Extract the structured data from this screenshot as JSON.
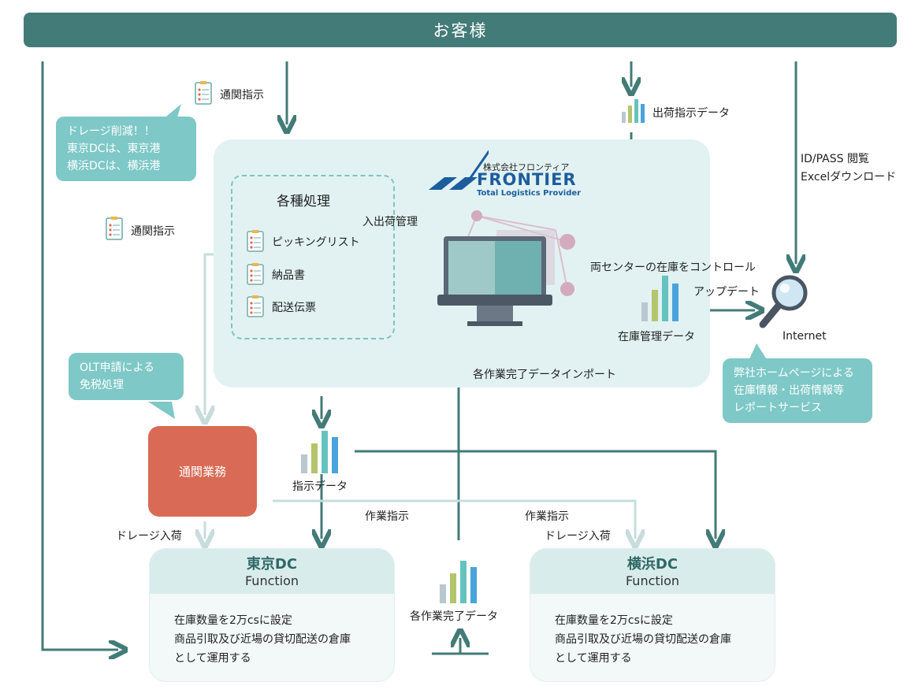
{
  "customer_banner": "お客様",
  "logo": {
    "company_name": "株式会社フロンティア",
    "brand": "FRONTIER",
    "tagline": "Total Logistics Provider"
  },
  "panel": {
    "processing_title": "各種処理",
    "inout_management": "入出荷管理",
    "docs": [
      "ピッキングリスト",
      "納品書",
      "配送伝票"
    ],
    "control_label": "両センターの在庫をコントロール",
    "inventory_data": "在庫管理データ",
    "import_label": "各作業完了データインポート"
  },
  "labels": {
    "customs_instruction_top": "通関指示",
    "customs_instruction_left": "通関指示",
    "shipping_instruction_data": "出荷指示データ",
    "id_pass_line1": "ID/PASS 閲覧",
    "id_pass_line2": "Excelダウンロード",
    "update": "アップデート",
    "internet": "Internet",
    "instruction_data": "指示データ",
    "work_instruction_left": "作業指示",
    "work_instruction_right": "作業指示",
    "drayage_left": "ドレージ入荷",
    "drayage_right": "ドレージ入荷",
    "completion_data": "各作業完了データ"
  },
  "bubbles": {
    "drayage": [
      "ドレージ削減！！",
      "東京DCは、東京港",
      "横浜DCは、横浜港"
    ],
    "olt": [
      "OLT申請による",
      "免税処理"
    ],
    "report": [
      "弊社ホームページによる",
      "在庫情報・出荷情報等",
      "レポートサービス"
    ]
  },
  "customs_box": "通関業務",
  "tokyo_dc": {
    "name": "東京DC",
    "function": "Function",
    "desc": [
      "在庫数量を2万csに設定",
      "商品引取及び近場の貸切配送の倉庫",
      "として運用する"
    ]
  },
  "yokohama_dc": {
    "name": "横浜DC",
    "function": "Function",
    "desc": [
      "在庫数量を2万csに設定",
      "商品引取及び近場の貸切配送の倉庫",
      "として運用する"
    ]
  },
  "colors": {
    "teal_dark": "#437b78",
    "teal_light": "#7ec8c7",
    "panel": "#e2f2f2",
    "customs": "#d96a55",
    "arrow_pale": "#c7dcdc"
  }
}
